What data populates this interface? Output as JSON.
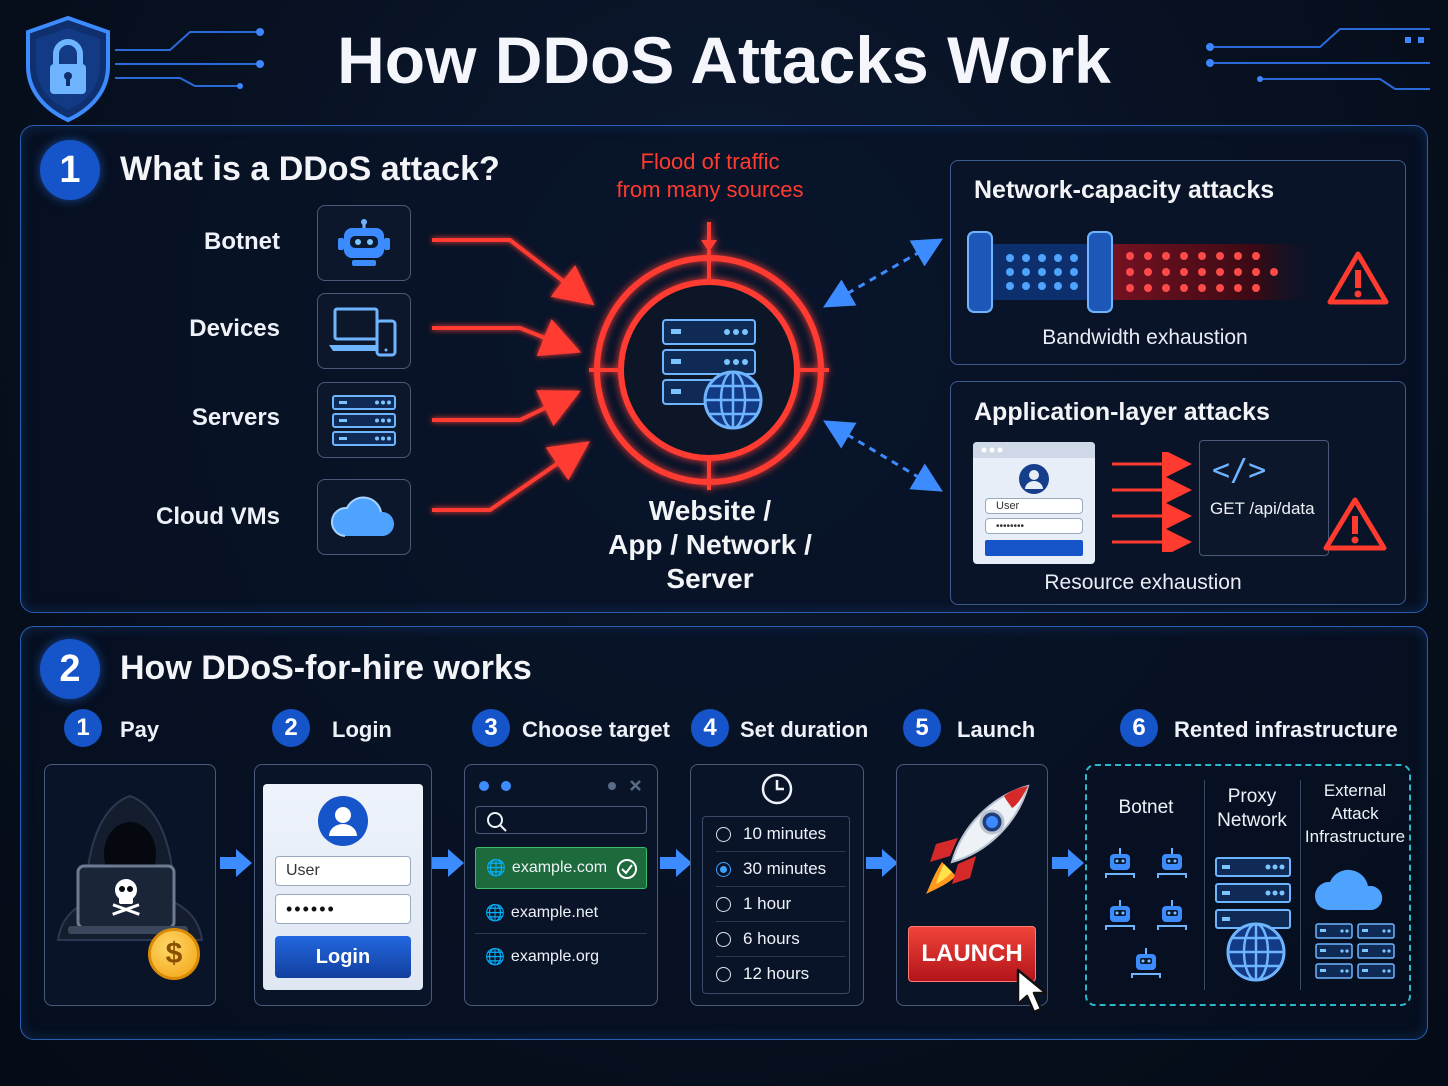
{
  "header": {
    "title": "How DDoS Attacks Work",
    "shield_icon": "lock-shield-icon"
  },
  "section1": {
    "number": "1",
    "title": "What is a DDoS attack?",
    "sources": [
      {
        "label": "Botnet",
        "icon": "robot-icon"
      },
      {
        "label": "Devices",
        "icon": "laptop-phone-icon"
      },
      {
        "label": "Servers",
        "icon": "server-rack-icon"
      },
      {
        "label": "Cloud VMs",
        "icon": "cloud-icon"
      }
    ],
    "flood_label": "Flood of traffic\nfrom many sources",
    "target_label": [
      "Website /",
      "App / Network /",
      "Server"
    ],
    "network_panel": {
      "title": "Network-capacity attacks",
      "caption": "Bandwidth exhaustion"
    },
    "app_panel": {
      "title": "Application-layer attacks",
      "caption": "Resource exhaustion",
      "form_user": "User",
      "form_password": "••••••••",
      "code_symbol": "</>",
      "request": "GET /api/data"
    }
  },
  "section2": {
    "number": "2",
    "title": "How DDoS-for-hire works",
    "steps": [
      {
        "num": "1",
        "label": "Pay"
      },
      {
        "num": "2",
        "label": "Login"
      },
      {
        "num": "3",
        "label": "Choose target"
      },
      {
        "num": "4",
        "label": "Set duration"
      },
      {
        "num": "5",
        "label": "Launch"
      },
      {
        "num": "6",
        "label": "Rented infrastructure"
      }
    ],
    "login": {
      "user": "User",
      "password": "••••••",
      "button": "Login"
    },
    "targets": [
      "example.com",
      "example.net",
      "example.org"
    ],
    "durations": [
      "10 minutes",
      "30 minutes",
      "1 hour",
      "6 hours",
      "12 hours"
    ],
    "duration_selected": "30 minutes",
    "launch_button": "LAUNCH",
    "infrastructure": [
      {
        "label": "Botnet"
      },
      {
        "label": "Proxy\nNetwork"
      },
      {
        "label": "External\nAttack\nInfrastructure"
      }
    ],
    "pay_symbol": "$",
    "colors": {
      "accent_blue": "#1554c9",
      "danger_red": "#ff3b30",
      "success_green": "#1d6a3c"
    }
  }
}
